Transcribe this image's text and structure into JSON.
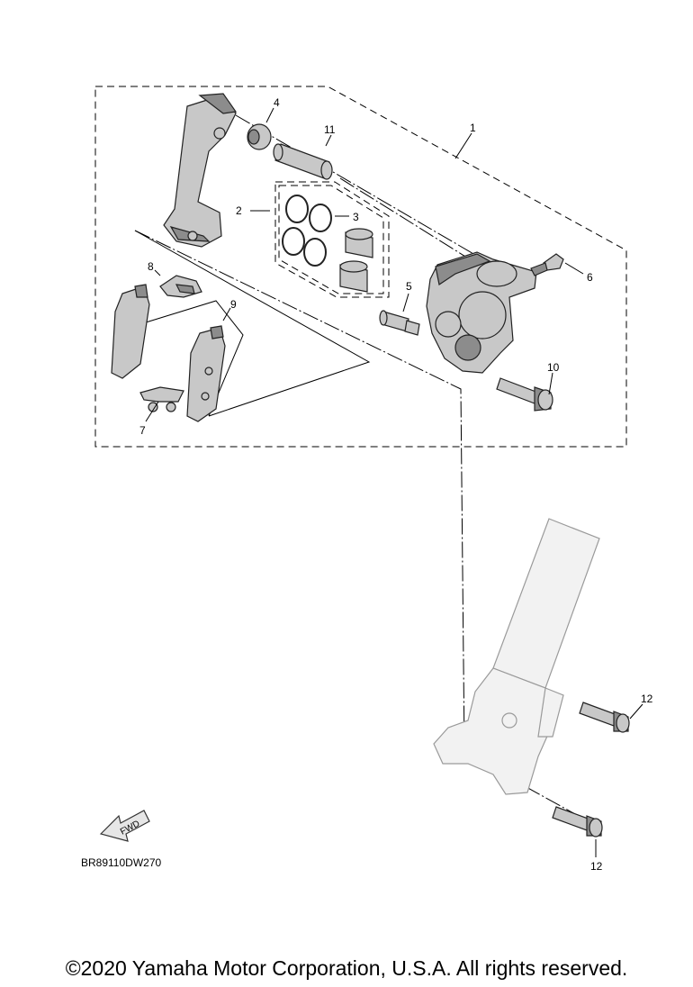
{
  "diagram": {
    "callouts": {
      "c1": "1",
      "c2": "2",
      "c3": "3",
      "c4": "4",
      "c5": "5",
      "c6": "6",
      "c7": "7",
      "c8": "8",
      "c9": "9",
      "c10": "10",
      "c11": "11",
      "c12a": "12",
      "c12b": "12"
    },
    "fwd_label": "FWD",
    "diagram_code": "BR89110DW270"
  },
  "footer": {
    "copyright": "©2020 Yamaha Motor Corporation, U.S.A. All rights reserved."
  }
}
